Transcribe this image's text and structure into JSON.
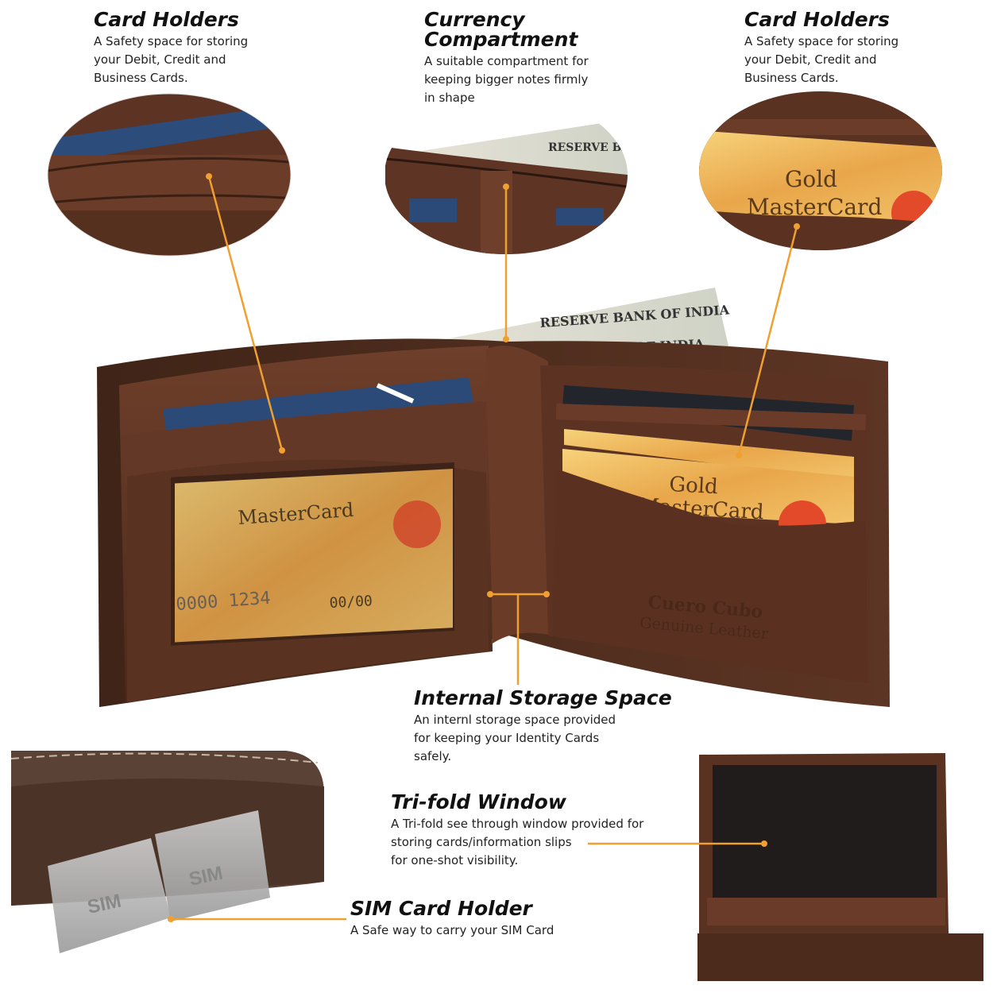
{
  "callouts": {
    "card_holders_left": {
      "title": "Card Holders",
      "desc": "A Safety space for storing\nyour Debit, Credit and\nBusiness Cards."
    },
    "currency": {
      "title": "Currency\nCompartment",
      "desc": "A suitable compartment for\nkeeping bigger notes firmly\nin shape"
    },
    "card_holders_right": {
      "title": "Card Holders",
      "desc": "A Safety space for storing\nyour Debit, Credit and\nBusiness Cards."
    },
    "internal_storage": {
      "title": "Internal Storage Space",
      "desc": "An internl storage space provided\nfor keeping your Identity Cards\n safely."
    },
    "trifold_window": {
      "title": "Tri-fold Window",
      "desc": "A Tri-fold see through window provided for\nstoring cards/information slips\nfor one-shot visibility."
    },
    "sim_holder": {
      "title": "SIM Card Holder",
      "desc": "A Safe way to carry your SIM Card"
    }
  },
  "product_print": {
    "brand_line1": "Cuero Cubo",
    "brand_line2": "Genuine Leather",
    "note_text": "RESERVE BANK OF INDIA",
    "note_text_2": "BANK OF INDIA",
    "card_brand": "MasterCard",
    "card_tier": "Gold",
    "card_number_fragment": "0000  1234",
    "card_expiry": "00/00",
    "sim_label": "SIM"
  },
  "colors": {
    "leather": "#5a3322",
    "leather_dark": "#3a1f14",
    "leather_light": "#7a4a33",
    "accent_line": "#f0a030",
    "card_blue": "#2b4a78",
    "card_gold": "#e8b050"
  }
}
